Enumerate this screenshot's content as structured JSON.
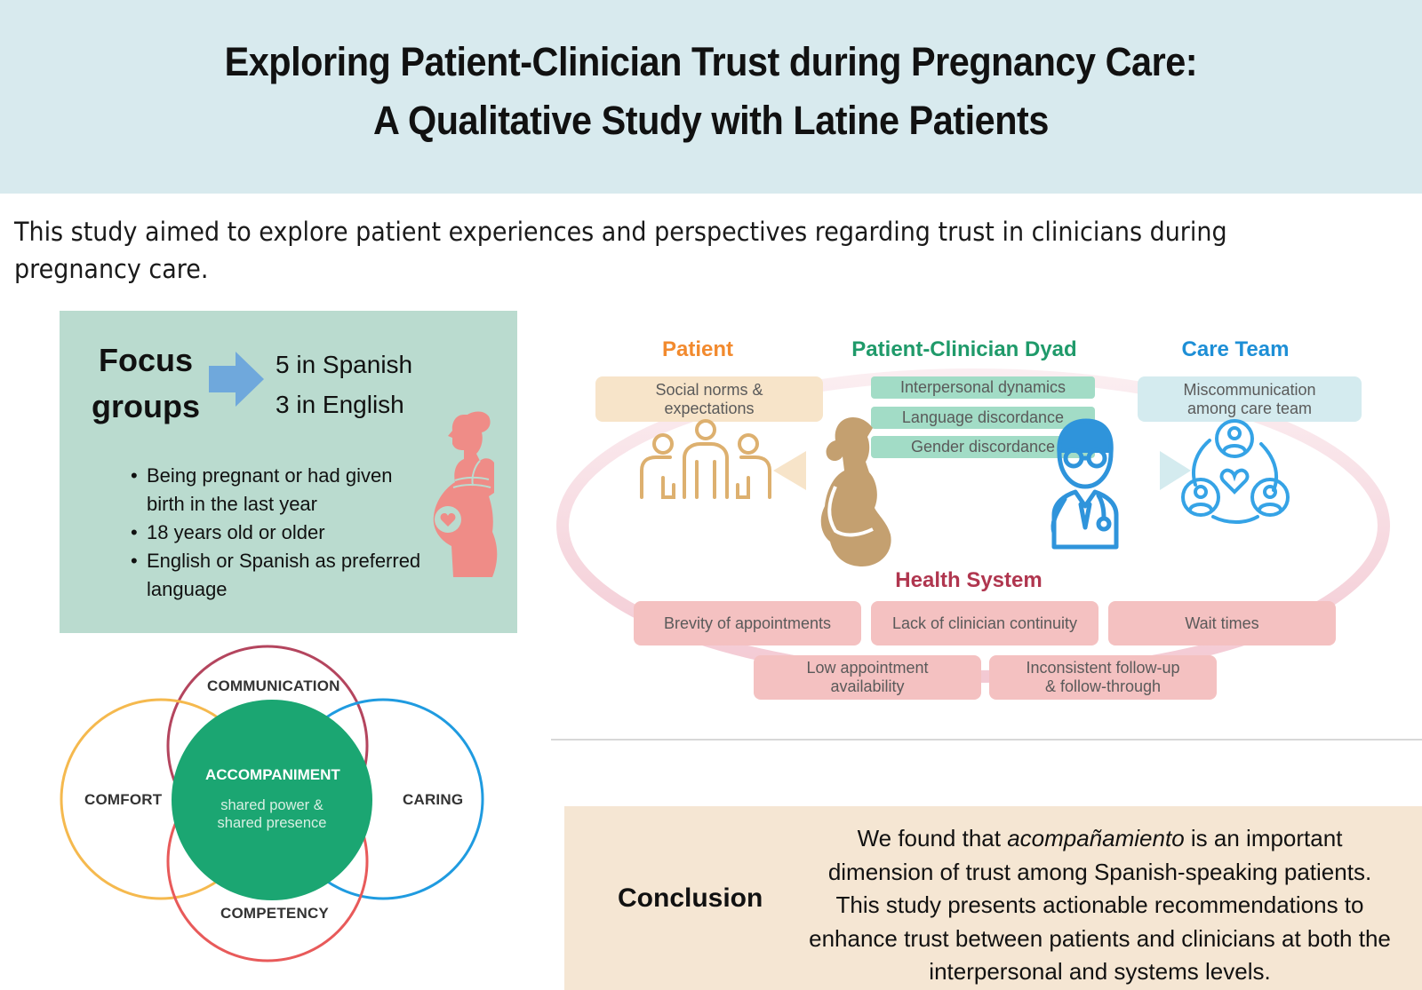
{
  "header": {
    "title_line1": "Exploring Patient-Clinician Trust during Pregnancy Care:",
    "title_line2": "A Qualitative Study with Latine Patients",
    "background_color": "#d8eaee"
  },
  "intro": {
    "text": "This study aimed to explore patient experiences and perspectives regarding trust in clinicians during pregnancy care."
  },
  "focus_groups": {
    "title_line1": "Focus",
    "title_line2": "groups",
    "arrow_icon": "right-arrow-icon",
    "counts": [
      "5 in Spanish",
      "3 in English"
    ],
    "criteria": [
      "Being pregnant or had given birth in the last year",
      "18 years old or older",
      "English or Spanish as preferred language"
    ],
    "icon": "pregnant-woman-icon",
    "colors": {
      "panel": "#badbcf",
      "arrow": "#6fa8dc",
      "icon": "#ef8c87"
    }
  },
  "venn": {
    "center_title": "ACCOMPANIMENT",
    "center_subtitle_line1": "shared power &",
    "center_subtitle_line2": "shared presence",
    "circles": [
      {
        "label": "COMMUNICATION",
        "color": "#b4455e"
      },
      {
        "label": "COMFORT",
        "color": "#f5b94e"
      },
      {
        "label": "CARING",
        "color": "#1f9be0"
      },
      {
        "label": "COMPETENCY",
        "color": "#e85a5a"
      }
    ],
    "center_color": "#1ba672"
  },
  "model": {
    "patient": {
      "title": "Patient",
      "color": "#f28a2e",
      "tag_line1": "Social norms &",
      "tag_line2": "expectations",
      "icon": "people-group-icon"
    },
    "dyad": {
      "title": "Patient-Clinician Dyad",
      "color": "#1f9a6a",
      "tags": [
        "Interpersonal dynamics",
        "Language discordance",
        "Gender discordance"
      ],
      "patient_icon": "pregnant-woman-icon",
      "clinician_icon": "doctor-icon"
    },
    "care_team": {
      "title": "Care Team",
      "color": "#1e8fd6",
      "tag_line1": "Miscommunication",
      "tag_line2": "among care team",
      "icon": "care-team-heart-icon"
    },
    "health_system": {
      "title": "Health System",
      "color": "#b0364f",
      "tags_row1": [
        "Brevity of appointments",
        "Lack of clinician continuity",
        "Wait times"
      ],
      "tags_row2": [
        {
          "line1": "Low appointment",
          "line2": "availability"
        },
        {
          "line1": "Inconsistent follow-up",
          "line2": "& follow-through"
        }
      ]
    }
  },
  "conclusion": {
    "label": "Conclusion",
    "text_before": "We found that ",
    "text_italic": "acompañamiento",
    "text_after": " is an important dimension of trust among Spanish-speaking patients. This study presents actionable recommendations to enhance trust between patients and clinicians at both the interpersonal and systems levels.",
    "background_color": "#f5e6d3"
  }
}
